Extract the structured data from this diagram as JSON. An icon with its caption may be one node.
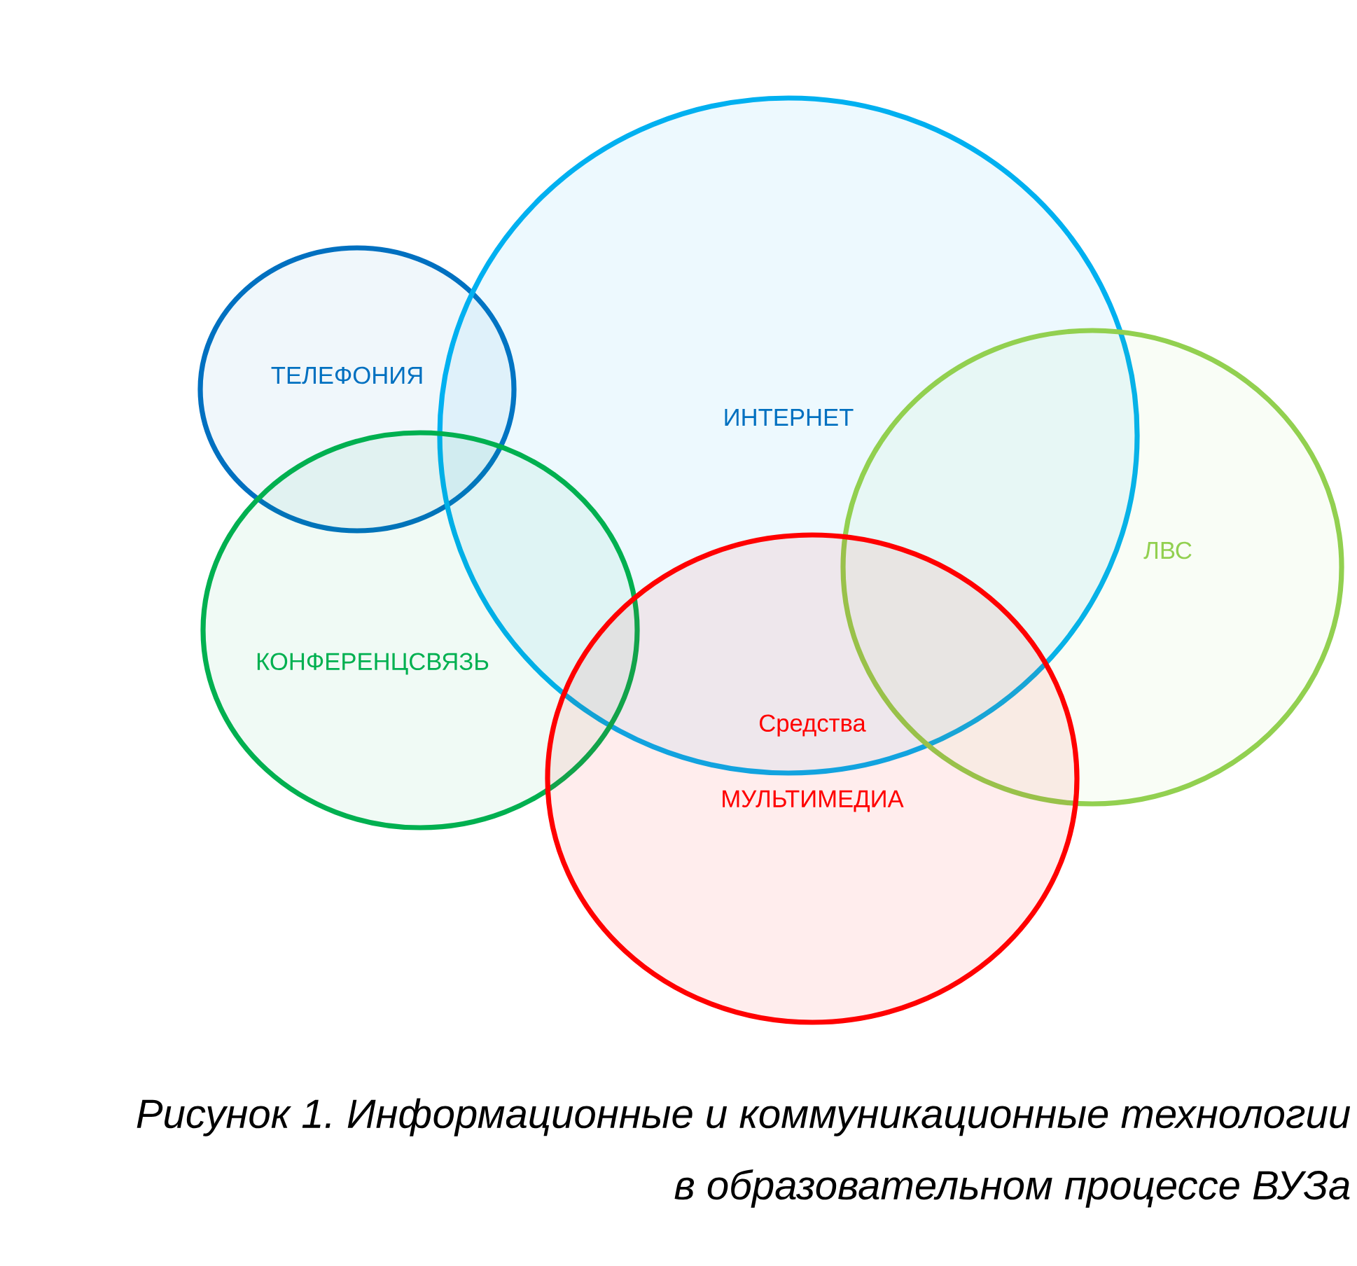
{
  "diagram": {
    "nodes": [
      {
        "text": [
          "ТЕЛЕФОНИЯ"
        ]
      },
      {
        "text": [
          "ИНТЕРНЕТ"
        ]
      },
      {
        "text": [
          "ЛВС"
        ]
      },
      {
        "text": [
          "КОНФЕРЕНЦСВЯЗЬ"
        ]
      },
      {
        "text": [
          "Средства МУЛЬТИМЕДИА"
        ]
      }
    ],
    "caption": "Рисунок 1. Информационные и коммуникационные технологии в образовательном процессе ВУЗа"
  }
}
